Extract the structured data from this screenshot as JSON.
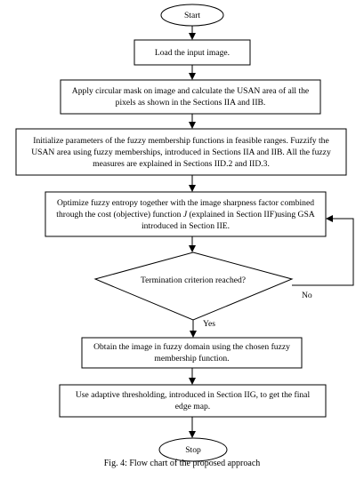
{
  "nodes": {
    "start": "Start",
    "load": "Load the input image.",
    "mask": "Apply circular mask on image and calculate the USAN area of all the pixels as shown in the Sections IIA and IIB.",
    "init": "Initialize parameters of the fuzzy membership functions in feasible ranges. Fuzzify the USAN area using fuzzy memberships, introduced in Sections IIA and IIB. All the fuzzy measures are explained in Sections IID.2 and IID.3.",
    "optimize_pre": "Optimize fuzzy entropy together with the image sharpness factor combined through the cost (objective) function ",
    "optimize_var": "J",
    "optimize_post": "  (explained in Section IIF)using GSA introduced in Section IIE.",
    "decision": "Termination criterion reached?",
    "obtain": "Obtain the image in fuzzy domain using the chosen fuzzy membership function.",
    "threshold": "Use adaptive thresholding, introduced in Section IIG, to get the final edge map.",
    "stop": "Stop"
  },
  "edges": {
    "yes": "Yes",
    "no": "No"
  },
  "caption": "Fig. 4: Flow chart of the proposed approach"
}
